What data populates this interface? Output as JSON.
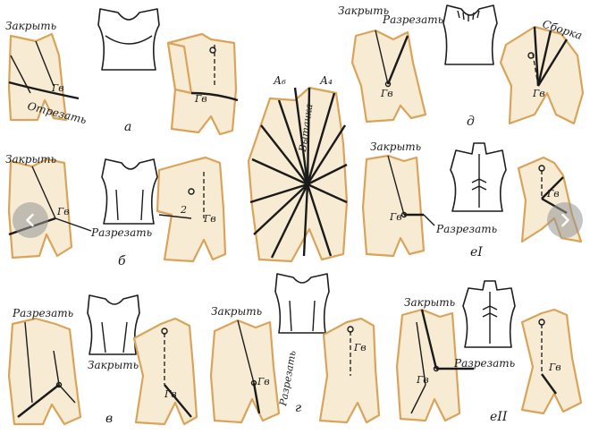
{
  "labels": {
    "zakryt": "Закрыть",
    "otrezat": "Отрезать",
    "razrezat": "Разрезать",
    "sborka": "Сборка",
    "vytachka": "Вытачка",
    "gv": "Гв",
    "a6": "А₆",
    "a4": "А₄",
    "num2": "2"
  },
  "variant_marks": {
    "a": "а",
    "b": "б",
    "v": "в",
    "g": "г",
    "d": "д",
    "e1": "еI",
    "e2": "еII"
  },
  "navigation": {
    "prev_icon": "chevron-left-icon",
    "next_icon": "chevron-right-icon"
  },
  "colors": {
    "paper": "#f7ecd3",
    "outline": "#d9a35a",
    "ink": "#1a1a1a",
    "nav_button": "#969696"
  }
}
